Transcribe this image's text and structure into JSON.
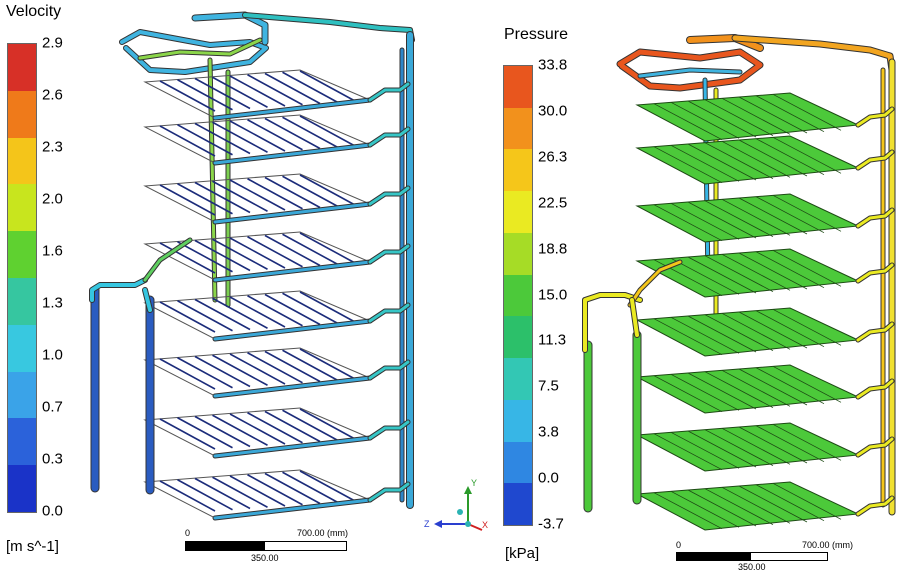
{
  "velocity_legend": {
    "title": "Velocity",
    "unit": "[m s^-1]",
    "ticks": [
      "2.9",
      "2.6",
      "2.3",
      "2.0",
      "1.6",
      "1.3",
      "1.0",
      "0.7",
      "0.3",
      "0.0"
    ],
    "colors": [
      "#d73027",
      "#ef7a1a",
      "#f4c51a",
      "#c8e51e",
      "#5fd130",
      "#36c6a0",
      "#38c8e0",
      "#3aa3e8",
      "#2b62da",
      "#1a33c8"
    ]
  },
  "pressure_legend": {
    "title": "Pressure",
    "unit": "[kPa]",
    "ticks": [
      "33.8",
      "30.0",
      "26.3",
      "22.5",
      "18.8",
      "15.0",
      "11.3",
      "7.5",
      "3.8",
      "0.0",
      "-3.7"
    ],
    "colors": [
      "#e8561e",
      "#f2911c",
      "#f5c61a",
      "#eaea22",
      "#a6dc26",
      "#4cc93a",
      "#2cc06a",
      "#33c7b4",
      "#37b6e6",
      "#2f87e2",
      "#1f48cf"
    ]
  },
  "scale_bar_left": {
    "zero": "0",
    "max": "700.00",
    "unit": "(mm)",
    "mid": "350.00"
  },
  "scale_bar_right": {
    "zero": "0",
    "max": "700.00",
    "unit": "(mm)",
    "mid": "350.00"
  },
  "axis_triad": {
    "y": "Y",
    "z": "Z",
    "x": "X"
  }
}
